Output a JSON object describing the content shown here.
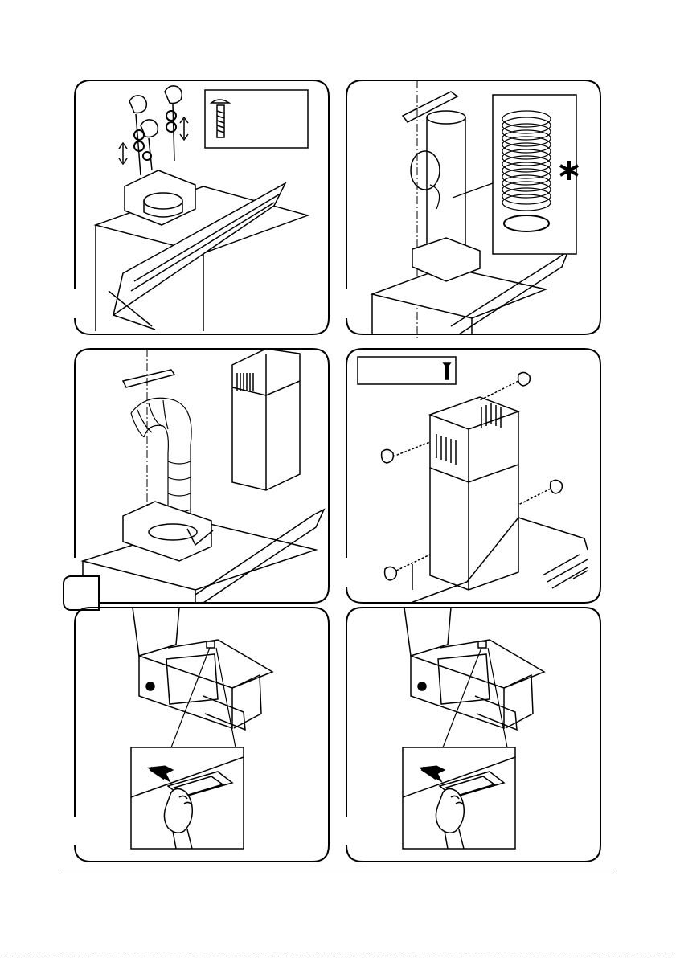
{
  "page": {
    "title": "",
    "figures": [
      {
        "id": "fig-1",
        "subject": "bracket-screw-assembly"
      },
      {
        "id": "fig-2",
        "subject": "duct-pipe-with-flexible-hose-inset"
      },
      {
        "id": "fig-3",
        "subject": "flexible-duct-and-chimney"
      },
      {
        "id": "fig-4",
        "subject": "chimney-fixing-screws"
      },
      {
        "id": "fig-5",
        "subject": "filter-release-left"
      },
      {
        "id": "fig-6",
        "subject": "filter-release-right"
      }
    ],
    "optional_marker": "*"
  },
  "colors": {
    "line": "#000000",
    "background": "#ffffff"
  },
  "icons": [
    "screw-icon",
    "hand-icon",
    "arrow-icon",
    "asterisk-icon"
  ]
}
